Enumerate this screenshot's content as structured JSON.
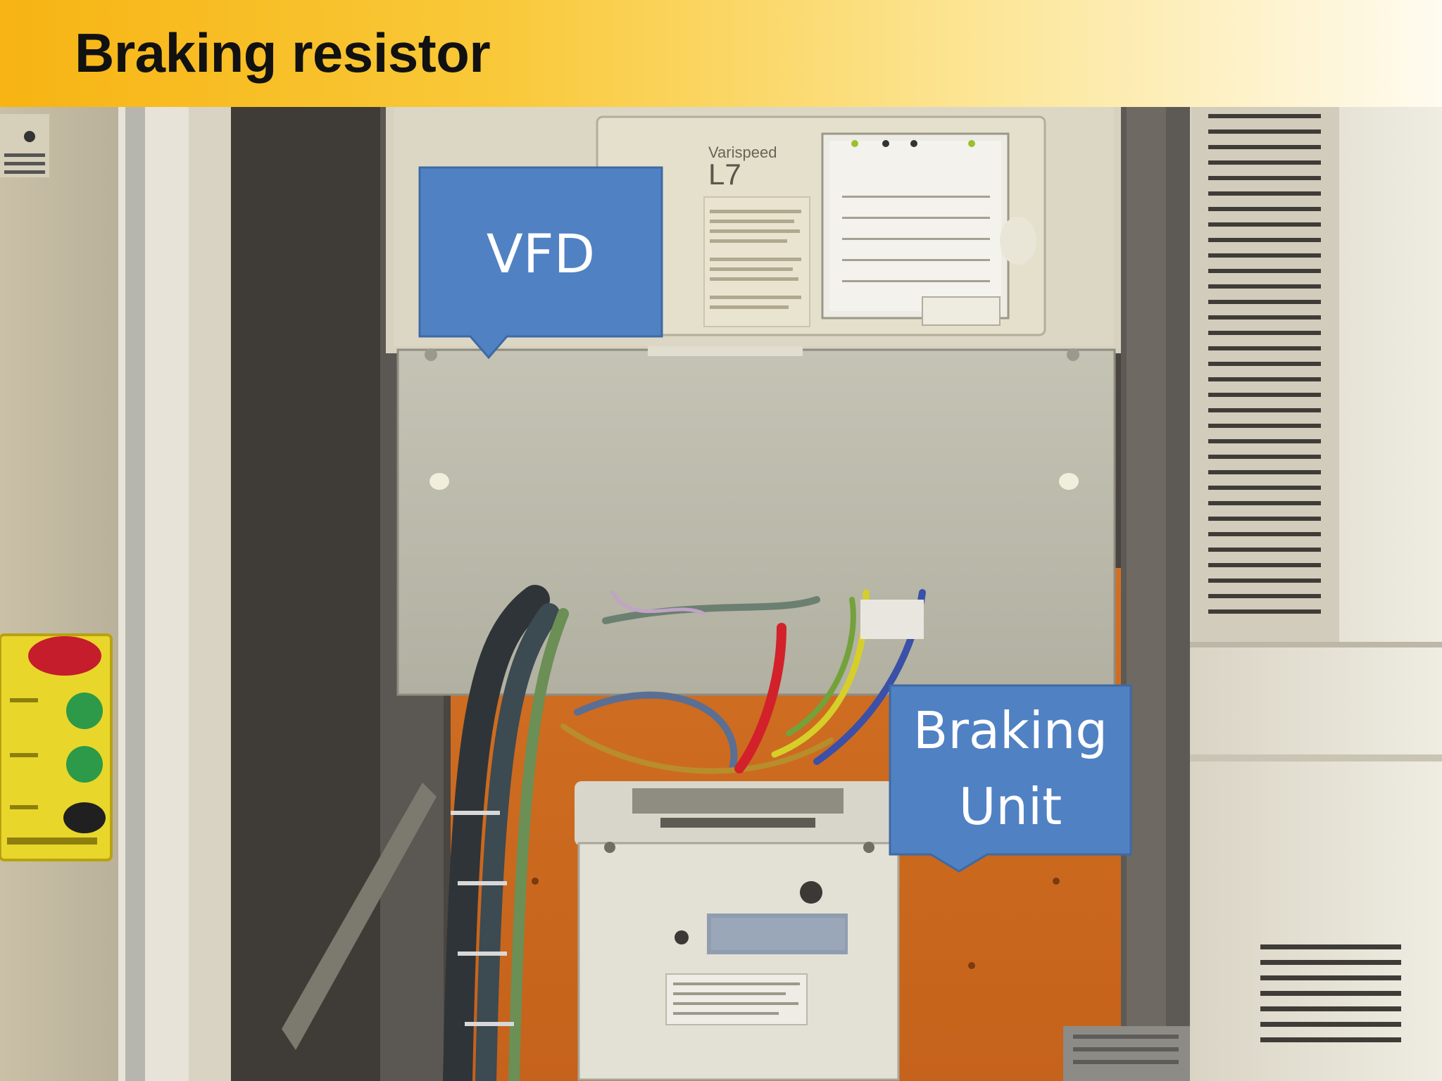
{
  "title": "Braking resistor",
  "callouts": {
    "vfd": {
      "label": "VFD"
    },
    "braking_unit": {
      "line1": "Braking",
      "line2": "Unit"
    }
  },
  "photo_labels": {
    "vfd_brand": "Varispeed",
    "vfd_model": "L7"
  },
  "colors": {
    "title_gradient_start": "#f7b413",
    "callout_fill": "#5081c3",
    "callout_border": "#3e6aa3",
    "panel_orange": "#d9751e"
  }
}
